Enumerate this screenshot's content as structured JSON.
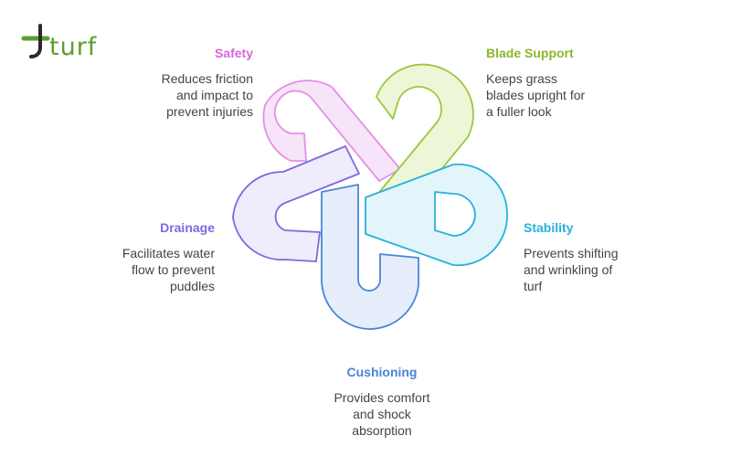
{
  "logo": {
    "text": "turf"
  },
  "items": {
    "safety": {
      "title": "Safety",
      "lines": [
        "Reduces friction",
        "and impact to",
        "prevent injuries"
      ],
      "color": "#e58fe9"
    },
    "blade_support": {
      "title": "Blade Support",
      "lines": [
        "Keeps grass",
        "blades upright for",
        "a fuller look"
      ],
      "color": "#9bc83f"
    },
    "stability": {
      "title": "Stability",
      "lines": [
        "Prevents shifting",
        "and wrinkling of",
        "turf"
      ],
      "color": "#29b1d9"
    },
    "cushioning": {
      "title": "Cushioning",
      "lines": [
        "Provides comfort",
        "and shock",
        "absorption"
      ],
      "color": "#4a85d6"
    },
    "drainage": {
      "title": "Drainage",
      "lines": [
        "Facilitates water",
        "flow to prevent",
        "puddles"
      ],
      "color": "#7e68e0"
    }
  }
}
